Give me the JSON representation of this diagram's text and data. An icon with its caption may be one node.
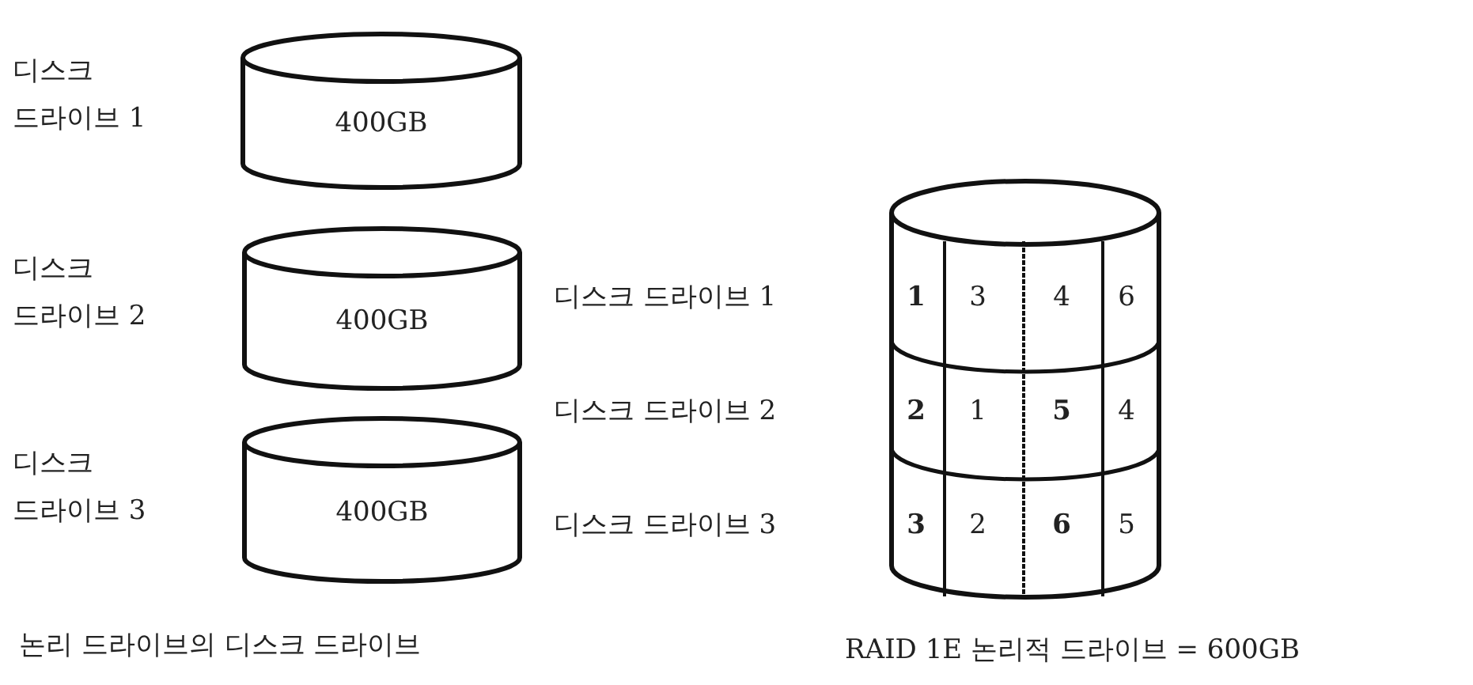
{
  "diagram": {
    "nodes": [
      {
        "text": [
          "400GB"
        ],
        "beside": [
          "디스크 드라이브 1"
        ]
      },
      {
        "text": [
          "400GB"
        ],
        "beside": [
          "디스크 드라이브 2"
        ]
      },
      {
        "text": [
          "400GB"
        ],
        "beside": [
          "디스크 드라이브 3"
        ]
      },
      {
        "text": [],
        "shape": "cylinder",
        "beside": [
          "RAID 1E 논리적 드라이브 = 600GB"
        ]
      }
    ],
    "labels": [
      "디스크 드라이브 1",
      "1",
      "3",
      "4",
      "6",
      "디스크 드라이브 2",
      "2",
      "1",
      "5",
      "4",
      "디스크 드라이브 3",
      "3",
      "2",
      "6",
      "5",
      "논리 드라이브의 디스크 드라이브"
    ]
  }
}
